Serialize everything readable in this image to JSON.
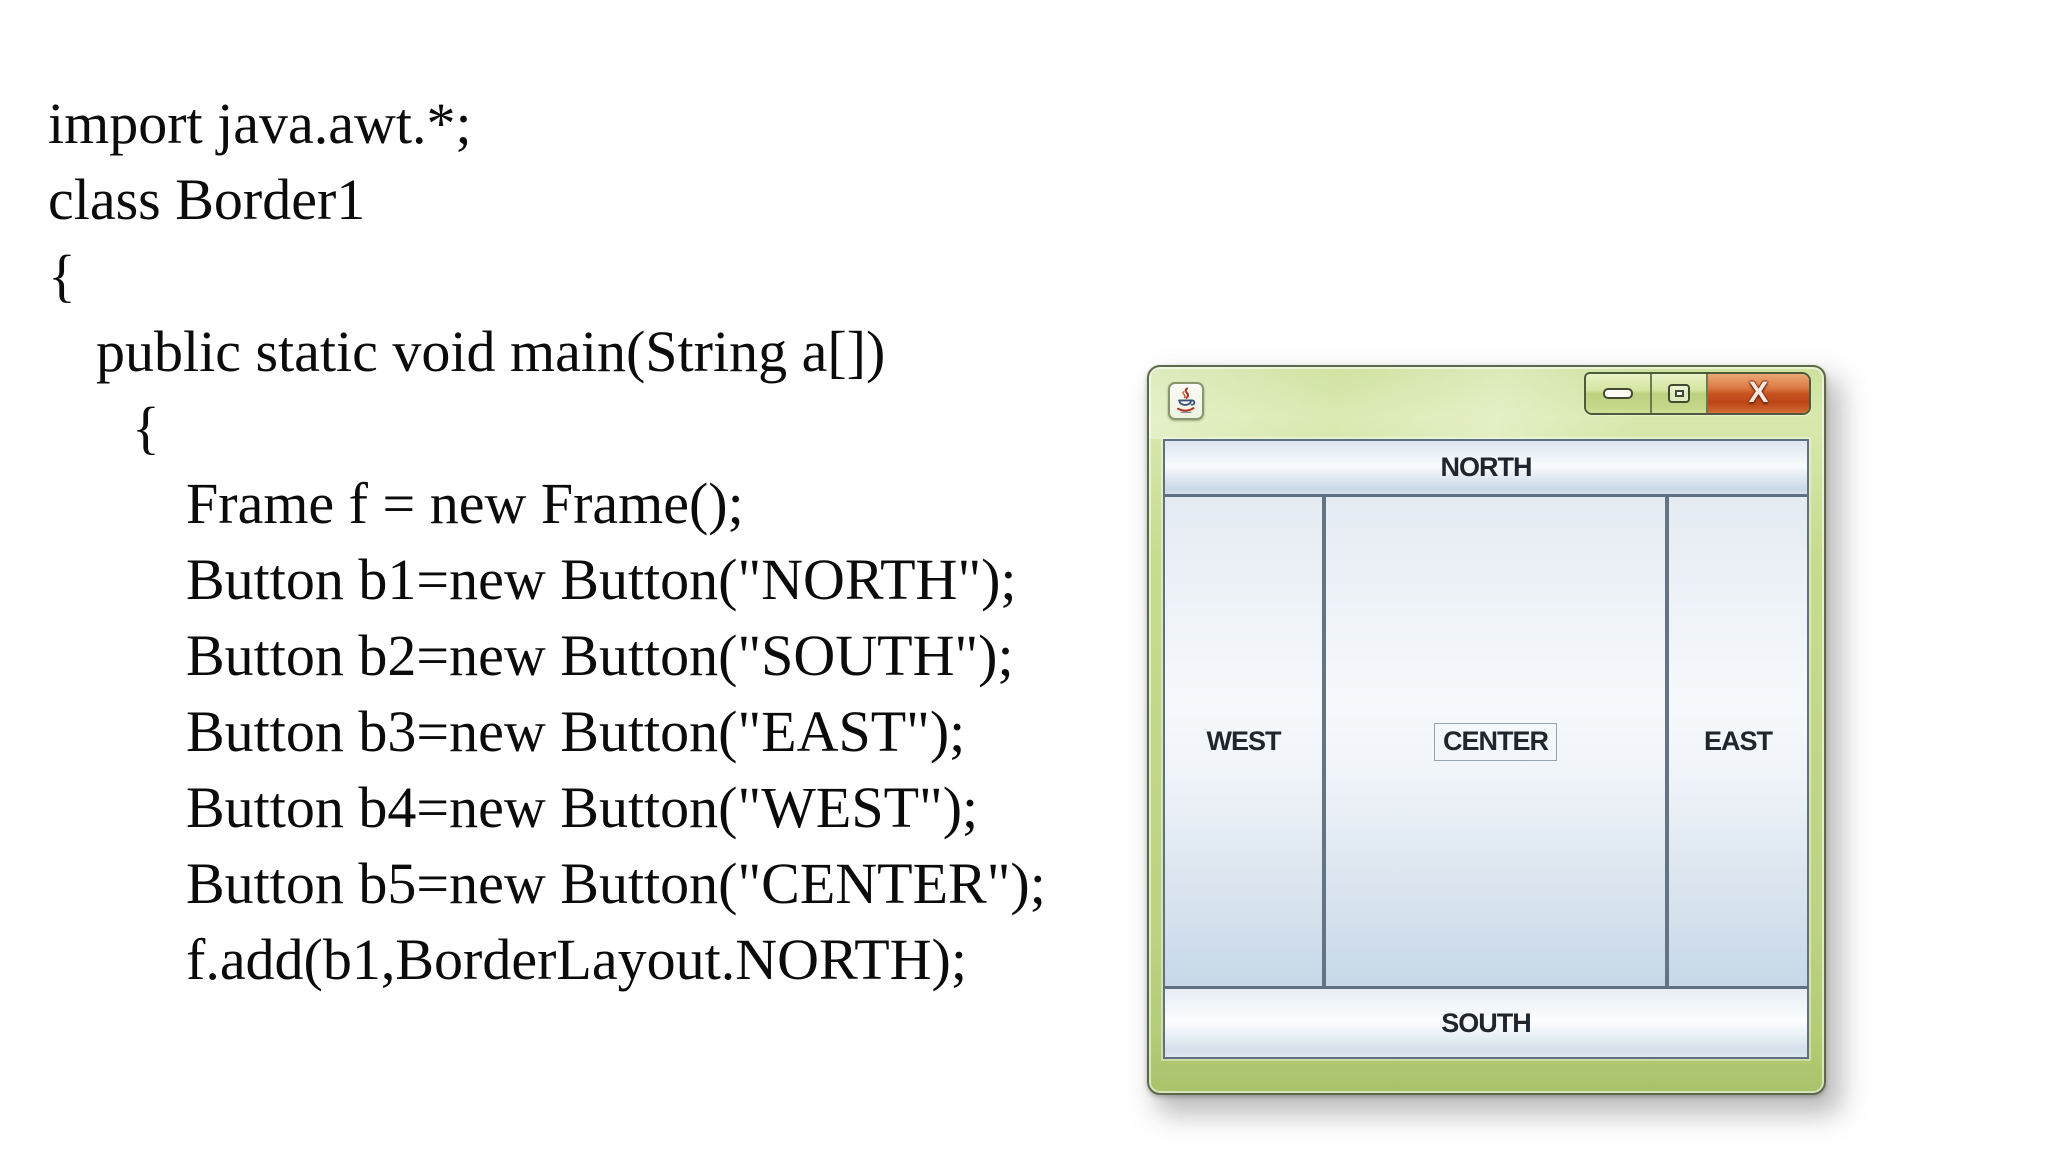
{
  "code": {
    "lines": [
      {
        "indent": 0,
        "text": "import java.awt.*;"
      },
      {
        "indent": 0,
        "text": "class Border1"
      },
      {
        "indent": 0,
        "text": "{"
      },
      {
        "indent": 1,
        "text": "public static void main(String a[])"
      },
      {
        "indent": 2,
        "text": "{"
      },
      {
        "indent": 3,
        "text": "Frame f = new Frame();"
      },
      {
        "indent": 3,
        "text": "Button b1=new Button(\"NORTH\");"
      },
      {
        "indent": 3,
        "text": "Button b2=new Button(\"SOUTH\");"
      },
      {
        "indent": 3,
        "text": "Button b3=new Button(\"EAST\");"
      },
      {
        "indent": 3,
        "text": "Button b4=new Button(\"WEST\");"
      },
      {
        "indent": 3,
        "text": "Button b5=new Button(\"CENTER\");"
      },
      {
        "indent": 3,
        "text": "f.add(b1,BorderLayout.NORTH);"
      }
    ]
  },
  "window": {
    "titlebar": {
      "app_icon": "java-coffee-cup-icon",
      "minimize_icon": "minimize",
      "maximize_icon": "maximize",
      "close_label": "X"
    },
    "buttons": {
      "north": "NORTH",
      "south": "SOUTH",
      "east": "EAST",
      "west": "WEST",
      "center": "CENTER"
    },
    "colors": {
      "frame_green": "#c6dc8f",
      "frame_green_light": "#d9e9ae",
      "frame_green_dark": "#a8c36a",
      "close_button_red": "#c85420",
      "button_face_light": "#f8fbfd",
      "button_face_blue": "#c8d8e8",
      "divider_gray": "#5f7082",
      "label_text": "#20262d"
    }
  }
}
